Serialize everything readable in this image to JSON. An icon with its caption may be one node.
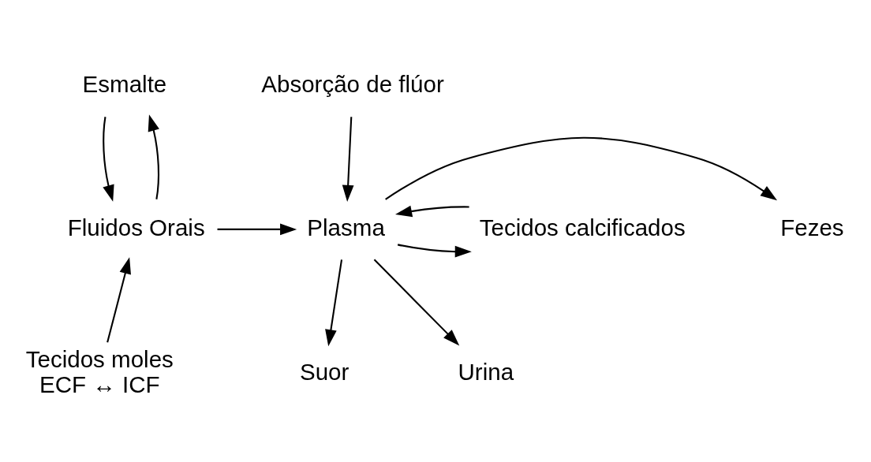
{
  "diagram": {
    "nodes": [
      {
        "text": [
          "Esmalte"
        ]
      },
      {
        "text": [
          "Absorção de flúor"
        ]
      },
      {
        "text": [
          "Fluidos Orais"
        ]
      },
      {
        "text": [
          "Fezes"
        ]
      },
      {
        "text": [
          "Plasma"
        ]
      },
      {
        "text": [
          "Tecidos calcificados"
        ]
      },
      {
        "text": [
          "Tecidos moles",
          "ECF ↔ ICF"
        ]
      },
      {
        "text": [
          "Suor"
        ]
      },
      {
        "text": [
          "Urina"
        ]
      }
    ],
    "edges": [
      {
        "from": 2,
        "to": 0,
        "arrow": "to"
      },
      {
        "from": 0,
        "to": 2,
        "arrow": "to"
      },
      {
        "from": 1,
        "to": 4,
        "arrow": "to"
      },
      {
        "from": 2,
        "to": 4,
        "arrow": "to"
      },
      {
        "from": 4,
        "to": 3,
        "arrow": "to"
      },
      {
        "from": 4,
        "to": 5,
        "arrow": "to"
      },
      {
        "from": 5,
        "to": 4,
        "arrow": "to"
      },
      {
        "from": 6,
        "to": 2,
        "arrow": "to"
      },
      {
        "from": 4,
        "to": 7,
        "arrow": "to"
      },
      {
        "from": 4,
        "to": 8,
        "arrow": "to"
      }
    ]
  }
}
